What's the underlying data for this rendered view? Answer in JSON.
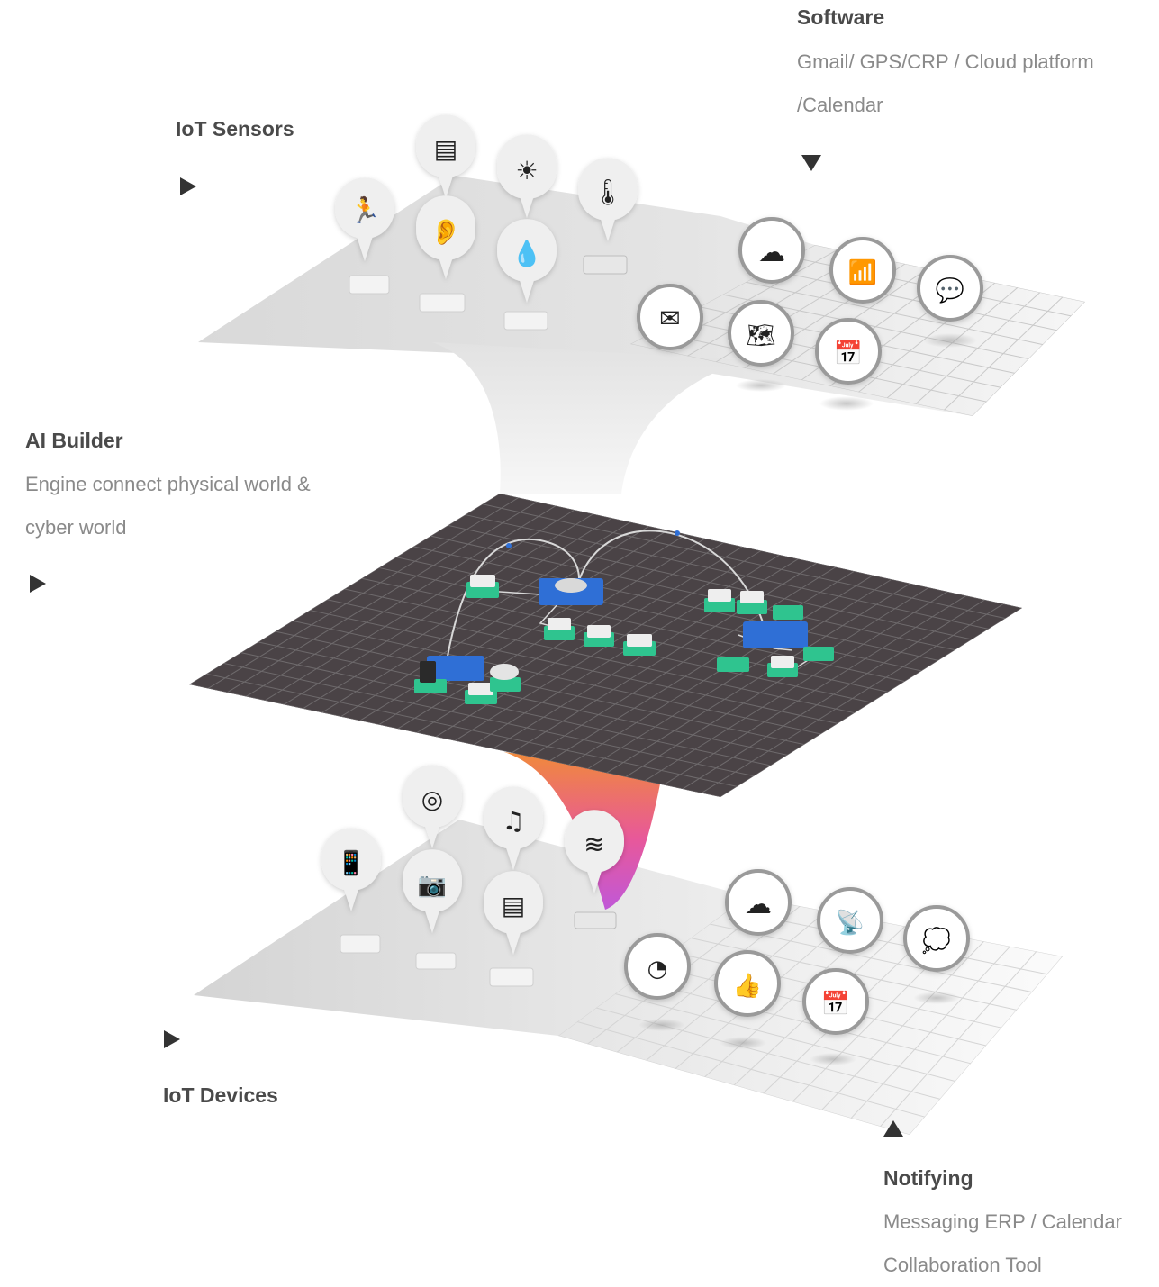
{
  "labels": {
    "software": {
      "title": "Software",
      "line1": "Gmail/ GPS/CRP / Cloud platform",
      "line2": "/Calendar"
    },
    "iot_sensors": {
      "title": "IoT Sensors"
    },
    "ai_builder": {
      "title": "AI Builder",
      "line1": "Engine connect physical world &",
      "line2": "cyber world"
    },
    "iot_devices": {
      "title": "IoT Devices"
    },
    "notifying": {
      "title": "Notifying",
      "line1": "Messaging ERP / Calendar",
      "line2": "Collaboration Tool"
    }
  },
  "icons": {
    "sensors": [
      "motion-sensor-icon",
      "light-curtain-icon",
      "hearing-sensor-icon",
      "brightness-icon",
      "humidity-icon",
      "thermometer-icon"
    ],
    "software": [
      "cloud-signal-icon",
      "wifi-icon",
      "message-icon",
      "mail-icon",
      "map-pin-icon",
      "calendar-check-icon"
    ],
    "devices": [
      "remote-control-icon",
      "target-icon",
      "music-note-icon",
      "fan-wind-icon",
      "cctv-camera-icon",
      "blinds-icon"
    ],
    "notifying": [
      "cloud-icon",
      "broadcast-icon",
      "chat-bubbles-icon",
      "gauge-icon",
      "thumbs-up-icon",
      "calendar-check-icon"
    ]
  },
  "colors": {
    "dark_plane": "#4a4346",
    "grid_line": "#6e6a6c",
    "hub_blue": "#2f6fd6",
    "node_green": "#2fc48f",
    "gradient_top": "#f08a3a",
    "gradient_bottom": "#c058d8"
  }
}
